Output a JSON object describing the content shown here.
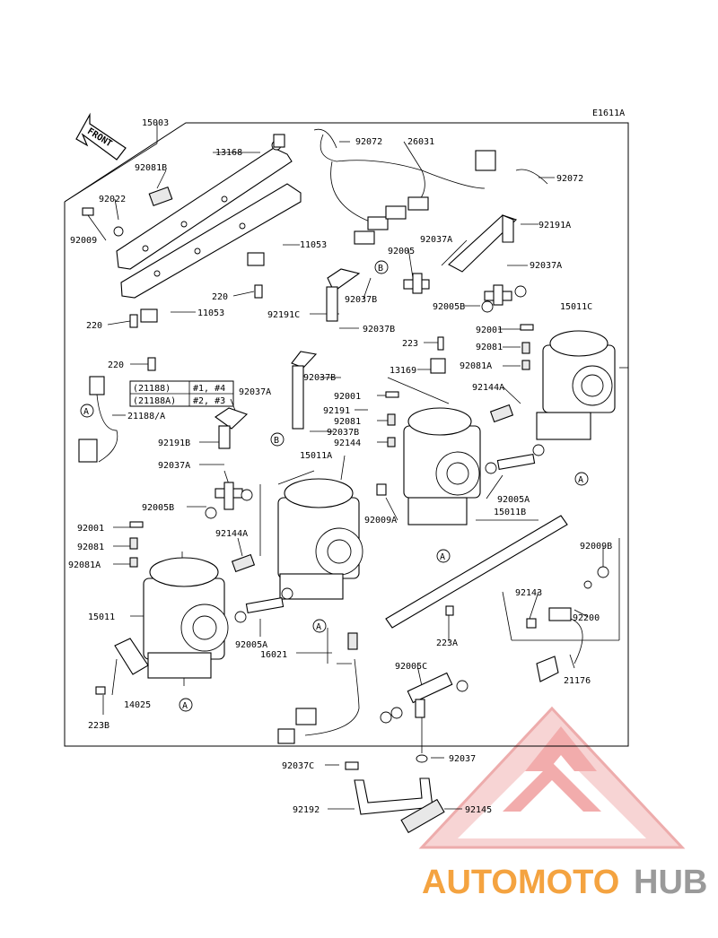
{
  "diagram": {
    "code": "E1611A",
    "front_label": "FRONT",
    "labels": {
      "p15003": "15003",
      "p13168": "13168",
      "p92081B": "92081B",
      "p92022": "92022",
      "p92009": "92009",
      "p11053a": "11053",
      "p220a": "220",
      "p220b": "220",
      "p11053b": "11053",
      "p220c": "220",
      "p92072a": "92072",
      "p26031": "26031",
      "p92072b": "92072",
      "p92191A": "92191A",
      "p92037A_top": "92037A",
      "p92005": "92005",
      "p92037A_r": "92037A",
      "p92037B_a": "92037B",
      "p92191C": "92191C",
      "p92037B_b": "92037B",
      "p92005B_r": "92005B",
      "p15011C": "15011C",
      "p92001_r": "92001",
      "p223": "223",
      "p92081_r": "92081",
      "p13169": "13169",
      "p92081A_r": "92081A",
      "p92037B_c": "92037B",
      "p92144A_r": "92144A",
      "p92001_m": "92001",
      "p92191": "92191",
      "p92081_m": "92081",
      "p92037B_d": "92037B",
      "p92144": "92144",
      "p15011A": "15011A",
      "p92037A_l": "92037A",
      "p92191B": "92191B",
      "p21188A": "21188/A",
      "p92037A_l2": "92037A",
      "p92005B_l": "92005B",
      "p92005A_r": "92005A",
      "p15011B": "15011B",
      "p92009A": "92009A",
      "p92001_l": "92001",
      "p92081_l": "92081",
      "p92081A_l": "92081A",
      "p92144A_l": "92144A",
      "p92009B": "92009B",
      "p92143": "92143",
      "p92200": "92200",
      "p15011": "15011",
      "p92005A_l": "92005A",
      "p16021": "16021",
      "p223A": "223A",
      "p92005C": "92005C",
      "p21176": "21176",
      "p14025": "14025",
      "p223B": "223B",
      "p92037": "92037",
      "p92037C": "92037C",
      "p92192": "92192",
      "p92145": "92145"
    },
    "table": {
      "row1_part": "(21188)",
      "row1_cyl": "#1, #4",
      "row2_part": "(21188A)",
      "row2_cyl": "#2, #3"
    },
    "callouts": {
      "A": "A",
      "B": "B"
    }
  },
  "watermark": {
    "brand_part1": "AUTOMOTO",
    "brand_part2": "HUB",
    "color_orange": "#f4a340",
    "color_gray": "#9a9a9a",
    "color_red": "#e85a5a"
  }
}
